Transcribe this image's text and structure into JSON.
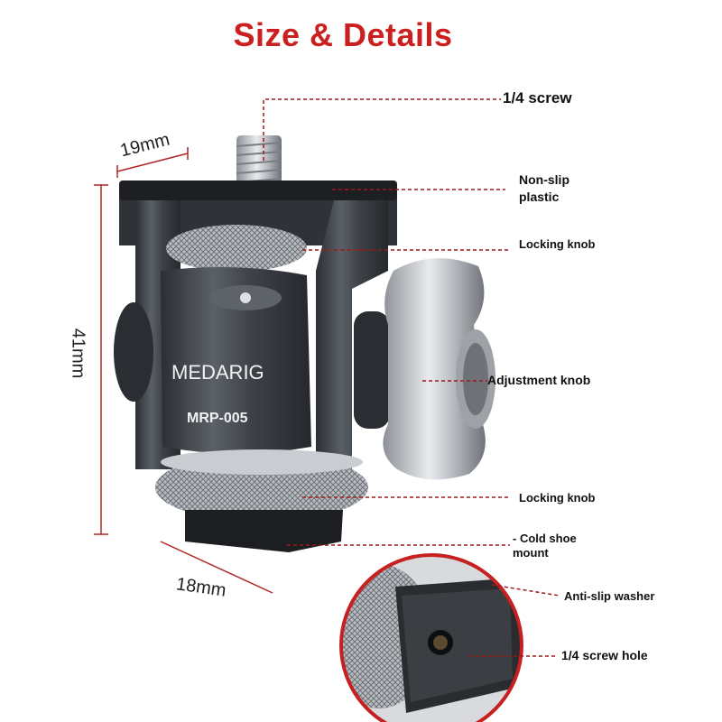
{
  "title": "Size & Details",
  "dimensions": {
    "width_top": "19mm",
    "height": "41mm",
    "width_bottom": "18mm"
  },
  "product": {
    "brand": "MEDARIG",
    "model": "MRP-005"
  },
  "labels": {
    "screw": "1/4 screw",
    "non_slip_line1": "Non-slip",
    "non_slip_line2": "plastic",
    "locking_knob_top": "Locking knob",
    "adjustment_knob": "Adjustment knob",
    "locking_knob_bottom": "Locking knob",
    "cold_shoe_line1": "- Cold shoe",
    "cold_shoe_line2": "mount",
    "anti_slip_washer": "Anti-slip washer",
    "screw_hole": "1/4 screw hole"
  },
  "colors": {
    "title": "#cc1f1f",
    "leader": "#a01818",
    "body": "#3a3d42"
  }
}
